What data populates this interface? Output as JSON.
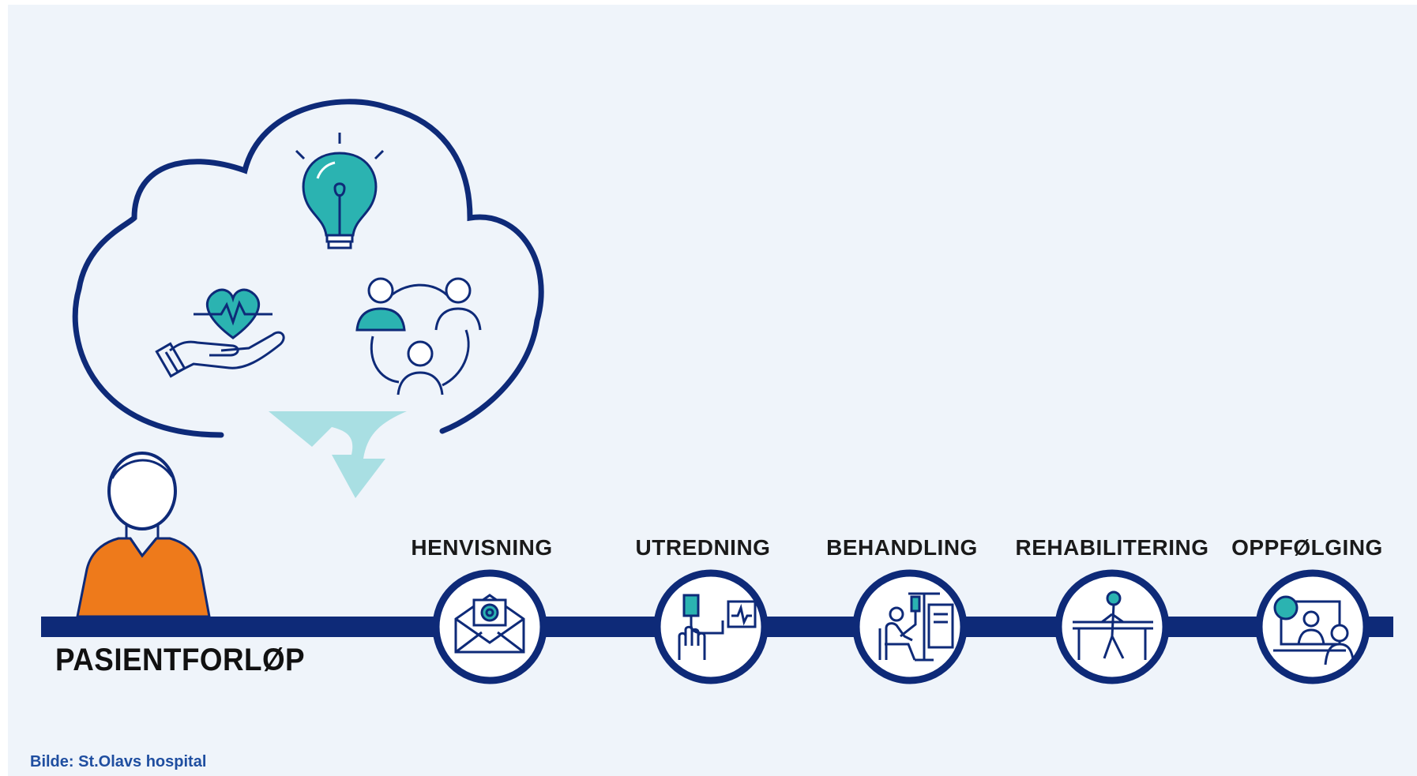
{
  "diagram": {
    "title": "PASIENTFORLØP",
    "credit": "Bilde: St.Olavs hospital",
    "steps": [
      {
        "label": "HENVISNING",
        "icon": "envelope-icon"
      },
      {
        "label": "UTREDNING",
        "icon": "lab-test-icon"
      },
      {
        "label": "BEHANDLING",
        "icon": "iv-drip-treatment-icon"
      },
      {
        "label": "REHABILITERING",
        "icon": "walking-rehab-icon"
      },
      {
        "label": "OPPFØLGING",
        "icon": "video-consultation-icon"
      }
    ],
    "cloud_icons": [
      "lightbulb-icon",
      "heart-in-hand-icon",
      "people-network-icon"
    ],
    "colors": {
      "navy": "#0e2a78",
      "teal": "#2bb3b1",
      "light_teal": "#a9dfe3",
      "orange": "#ee7a1b",
      "background": "#eff4fa"
    }
  }
}
